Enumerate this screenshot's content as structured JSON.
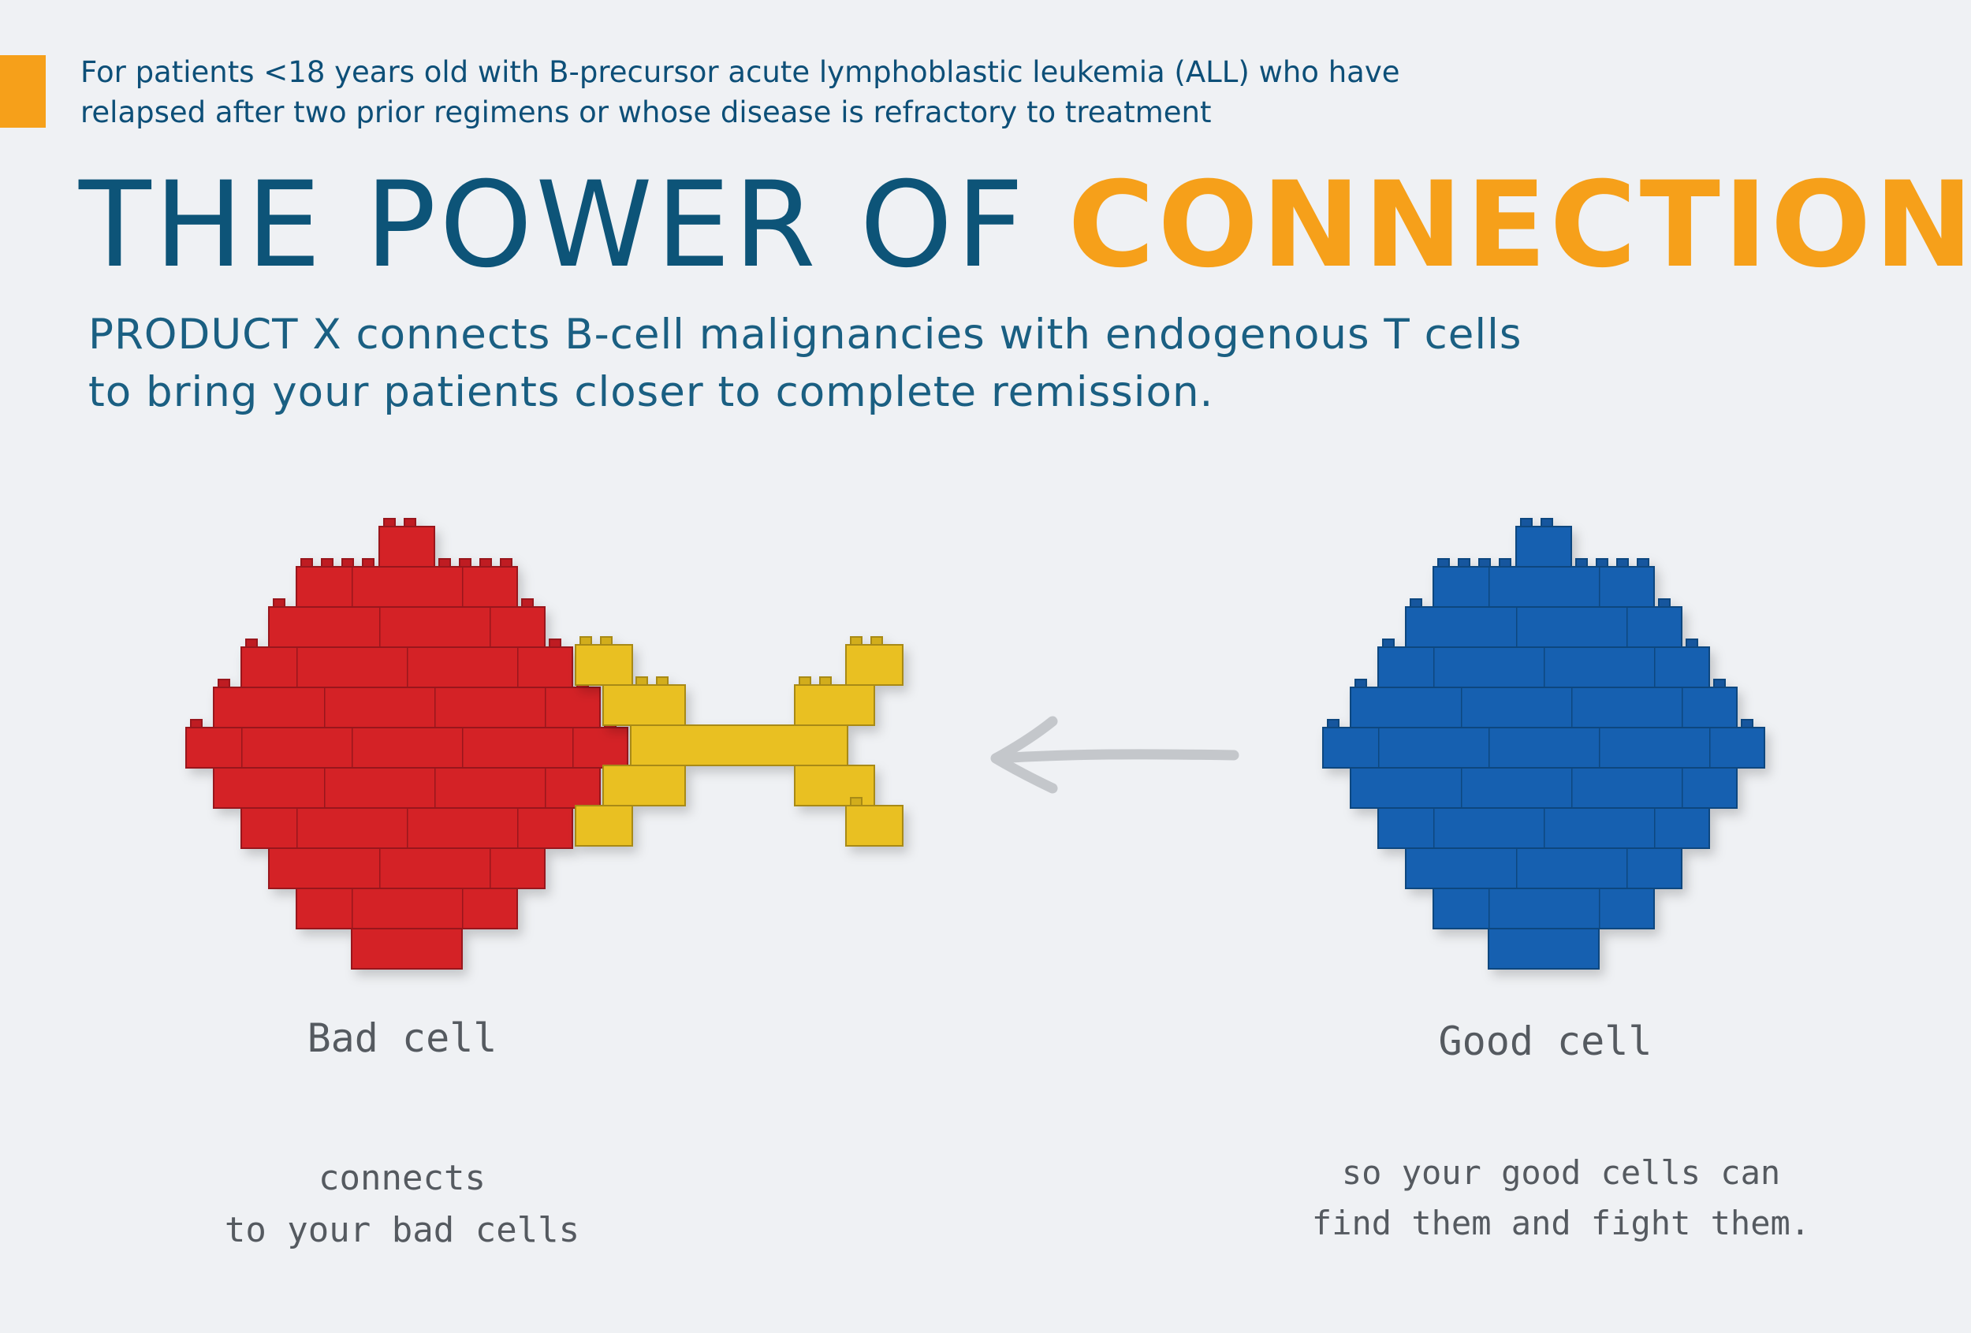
{
  "header": {
    "eyebrow_line1": "For patients <18 years old with B-precursor acute lymphoblastic leukemia (ALL) who have",
    "eyebrow_line2": "relapsed after two prior regimens or whose disease is refractory to treatment",
    "title_regular": "THE POWER OF",
    "title_bold": "CONNECTION",
    "subtitle_line1": "PRODUCT X connects B-cell malignancies with endogenous T cells",
    "subtitle_line2": "to bring your patients closer to complete remission."
  },
  "diagram": {
    "bad_cell_label": "Bad cell",
    "good_cell_label": "Good cell",
    "left_caption_line1": "connects",
    "left_caption_line2": "to your bad cells",
    "right_caption_line1": "so your good cells can",
    "right_caption_line2": "find them and fight them.",
    "icons": [
      "bad-cell-brick-icon",
      "connector-brick-icon",
      "arrow-left-icon",
      "good-cell-brick-icon"
    ]
  },
  "colors": {
    "accent_orange": "#f6a01a",
    "navy": "#0d5478",
    "bad_cell_red": "#d42027",
    "connector_yellow": "#e9c020",
    "good_cell_blue": "#1561b0",
    "arrow_gray": "#c4c7cb",
    "background": "#eff1f4"
  }
}
